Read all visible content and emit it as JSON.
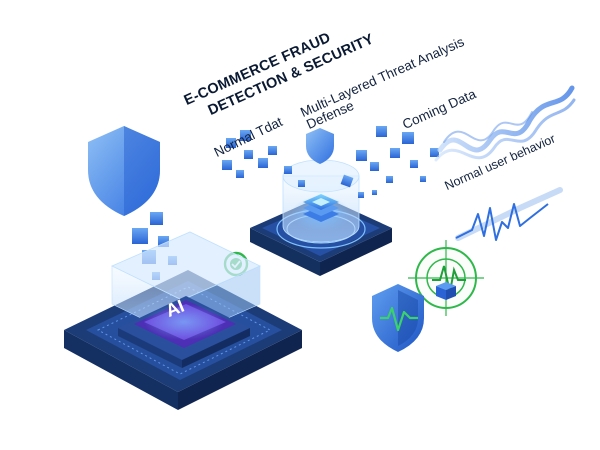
{
  "title": {
    "line1": "E-COMMERCE FRAUD",
    "line2": "DETECTION & SECURITY"
  },
  "labels": {
    "normal_tdat": "Normal Tdat",
    "threat_analysis": "Multi-Layered Threat Analysis",
    "defense": "Defense",
    "coming_data": "Coming Data",
    "normal_user_behavior": "Normal user behavior"
  },
  "chip_label": "AI",
  "icons": [
    "shield-icon",
    "ai-chip-icon",
    "data-cube-icon",
    "waveform-icon",
    "target-reticle-icon",
    "check-badge-icon"
  ],
  "colors": {
    "primary_blue": "#2f6fe0",
    "navy": "#1c3c78",
    "light_blue": "#9cc6f2",
    "accent_green": "#2fb84a",
    "text": "#0b1a33"
  }
}
